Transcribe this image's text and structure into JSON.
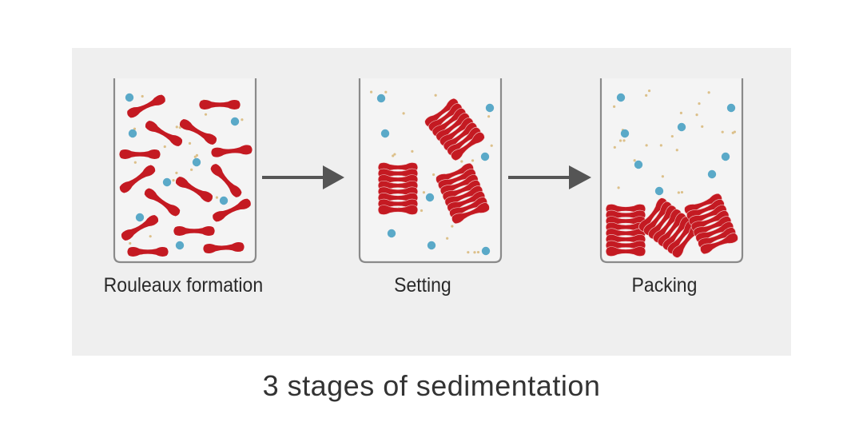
{
  "stages": [
    {
      "label": "Rouleaux formation"
    },
    {
      "label": "Setting"
    },
    {
      "label": "Packing"
    }
  ],
  "caption": "3 stages of sedimentation",
  "colors": {
    "panel": "#efefef",
    "beaker_stroke": "#8a8a8a",
    "beaker_fill": "#f4f4f4",
    "red_cell": "#c41a22",
    "blue_dot": "#5aa9c8",
    "yellow_dot": "#dcc08a",
    "arrow": "#555555"
  },
  "icons": [
    "red-blood-cell-icon",
    "arrow-right-icon"
  ]
}
